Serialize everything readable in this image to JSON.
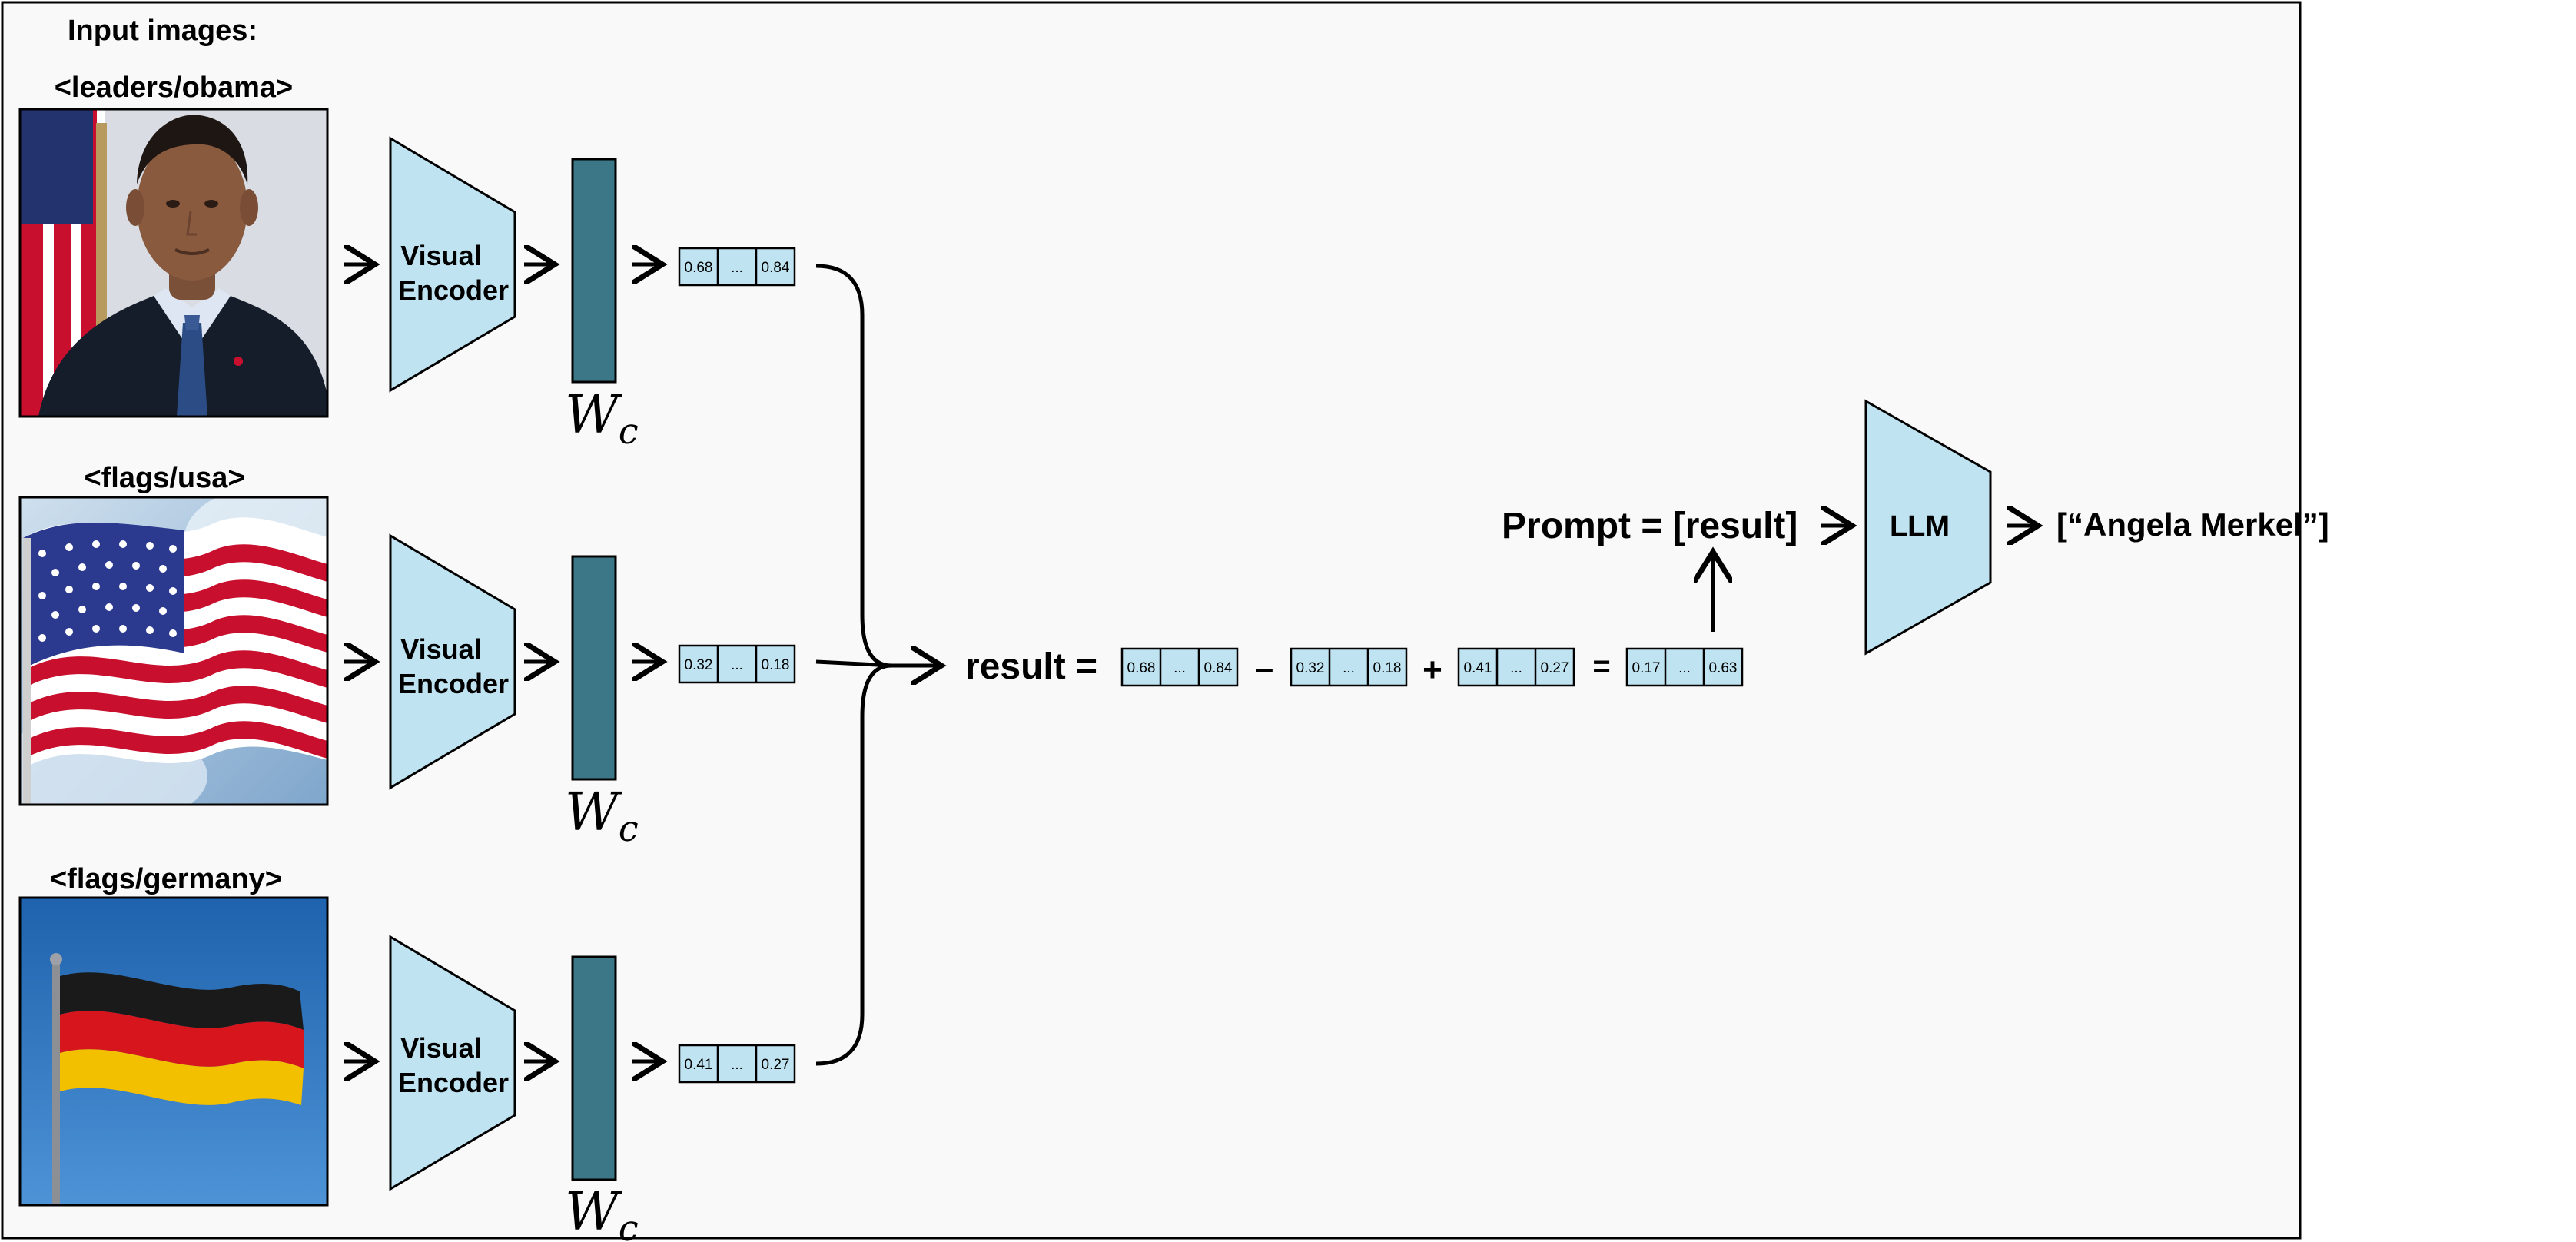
{
  "header": {
    "title": "Input images:"
  },
  "inputs": [
    {
      "label": "<leaders/obama>",
      "image": "portrait-photo",
      "vector": [
        "0.68",
        "...",
        "0.84"
      ]
    },
    {
      "label": "<flags/usa>",
      "image": "usa-flag-photo",
      "vector": [
        "0.32",
        "...",
        "0.18"
      ]
    },
    {
      "label": "<flags/germany>",
      "image": "germany-flag-photo",
      "vector": [
        "0.41",
        "...",
        "0.27"
      ]
    }
  ],
  "encoder": {
    "line1": "Visual",
    "line2": "Encoder"
  },
  "projection": {
    "symbol": "W",
    "subscript": "c"
  },
  "equation": {
    "label": "result =",
    "op_minus": "–",
    "op_plus": "+",
    "op_equals": "=",
    "result_vector": [
      "0.17",
      "...",
      "0.63"
    ]
  },
  "prompt": {
    "text": "Prompt = [result]"
  },
  "llm": {
    "label": "LLM"
  },
  "output": {
    "text": "[“Angela Merkel”]"
  },
  "colors": {
    "light_blue": "#bfe3f1",
    "teal": "#3c7788",
    "background": "#f9f9f9",
    "flag_red": "#c8102e",
    "flag_blue": "#2b3a8f",
    "de_gold": "#f3c000",
    "sky": "#2f78c3"
  }
}
